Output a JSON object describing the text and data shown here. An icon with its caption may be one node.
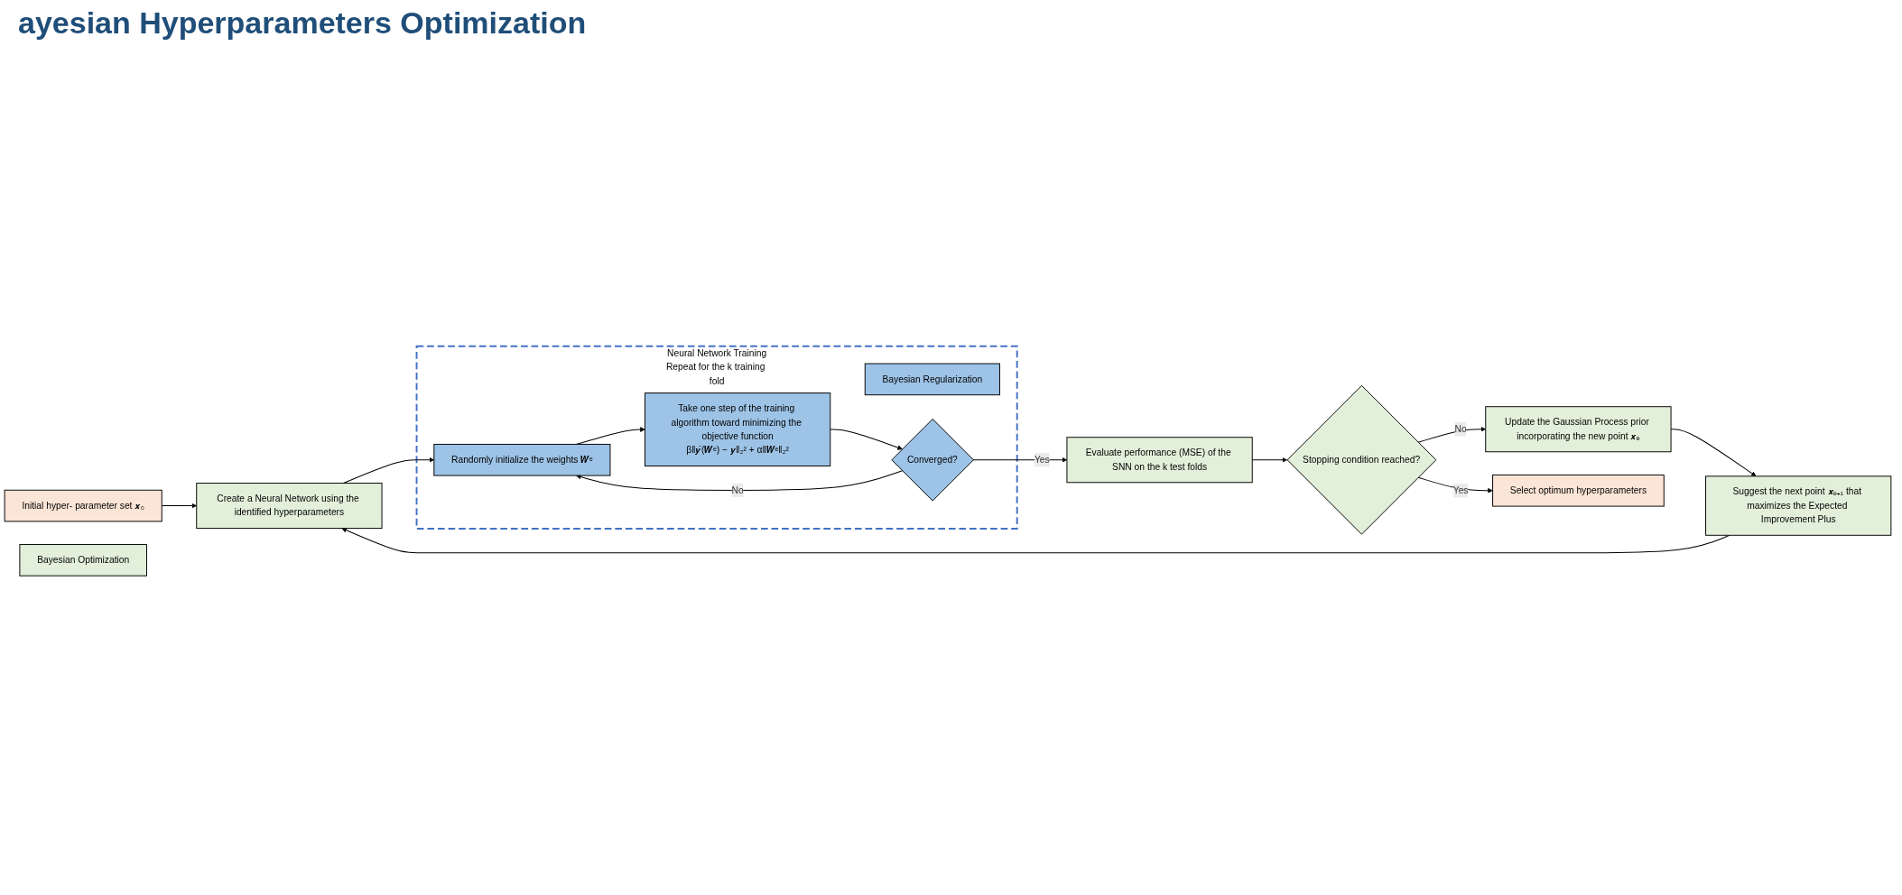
{
  "diagram": {
    "title": "ayesian Hyperparameters Optimization",
    "nodes": [
      {
        "text": [
          "Initial hyper- parameter set 𝒙₀"
        ]
      },
      {
        "text": [
          "Create a Neural Network using the identified hyperparameters"
        ]
      },
      {
        "text": [
          "Bayesian Optimization"
        ]
      },
      {
        "text": [
          "Suggest the next point 𝒙ₑ₊₁ that maximizes the Expected Improvement Plus"
        ]
      },
      {
        "text": [
          "Update the Gaussian Process prior incorporating the new point 𝒙ₑ"
        ]
      },
      {
        "text": [
          "Stopping condition reached?"
        ]
      },
      {
        "text": [
          "Select optimum hyperparameters"
        ]
      },
      {
        "text": [
          "Evaluate performance (MSE) of the SNN on the k test folds"
        ]
      },
      {
        "text": [
          "Neural Network Training",
          "Repeat for the k training fold"
        ]
      },
      {
        "text": [
          "Bayesian Regularization"
        ],
        "in": 8
      },
      {
        "text": [
          "Randomly initialize the weights 𝑾ᵉ"
        ],
        "in": 8
      },
      {
        "text": [
          "Take one step of the training algorithm toward minimizing the objective function",
          "β‖𝒚̂(𝑾ᵉ) − 𝒚‖₂² + α‖𝑾ᵉ‖₂²"
        ],
        "in": 8
      },
      {
        "text": [
          "Converged?"
        ],
        "in": 8
      }
    ],
    "edges": [
      {
        "from": 0,
        "to": 1,
        "arrow": "to"
      },
      {
        "from": 3,
        "to": 1,
        "arrow": "to"
      },
      {
        "from": 4,
        "to": 3,
        "arrow": "to"
      },
      {
        "from": 5,
        "to": 4,
        "label": "No",
        "arrow": "to"
      },
      {
        "from": 5,
        "to": 6,
        "label": "Yes",
        "arrow": "to"
      },
      {
        "from": 7,
        "to": 5,
        "arrow": "to"
      },
      {
        "from": 1,
        "to": 10,
        "arrow": "to"
      },
      {
        "from": 10,
        "to": 11,
        "arrow": "to"
      },
      {
        "from": 11,
        "to": 12,
        "arrow": "to"
      },
      {
        "from": 12,
        "to": 10,
        "label": "No",
        "arrow": "to"
      },
      {
        "from": 12,
        "to": 7,
        "label": "Yes",
        "arrow": "to"
      }
    ]
  }
}
